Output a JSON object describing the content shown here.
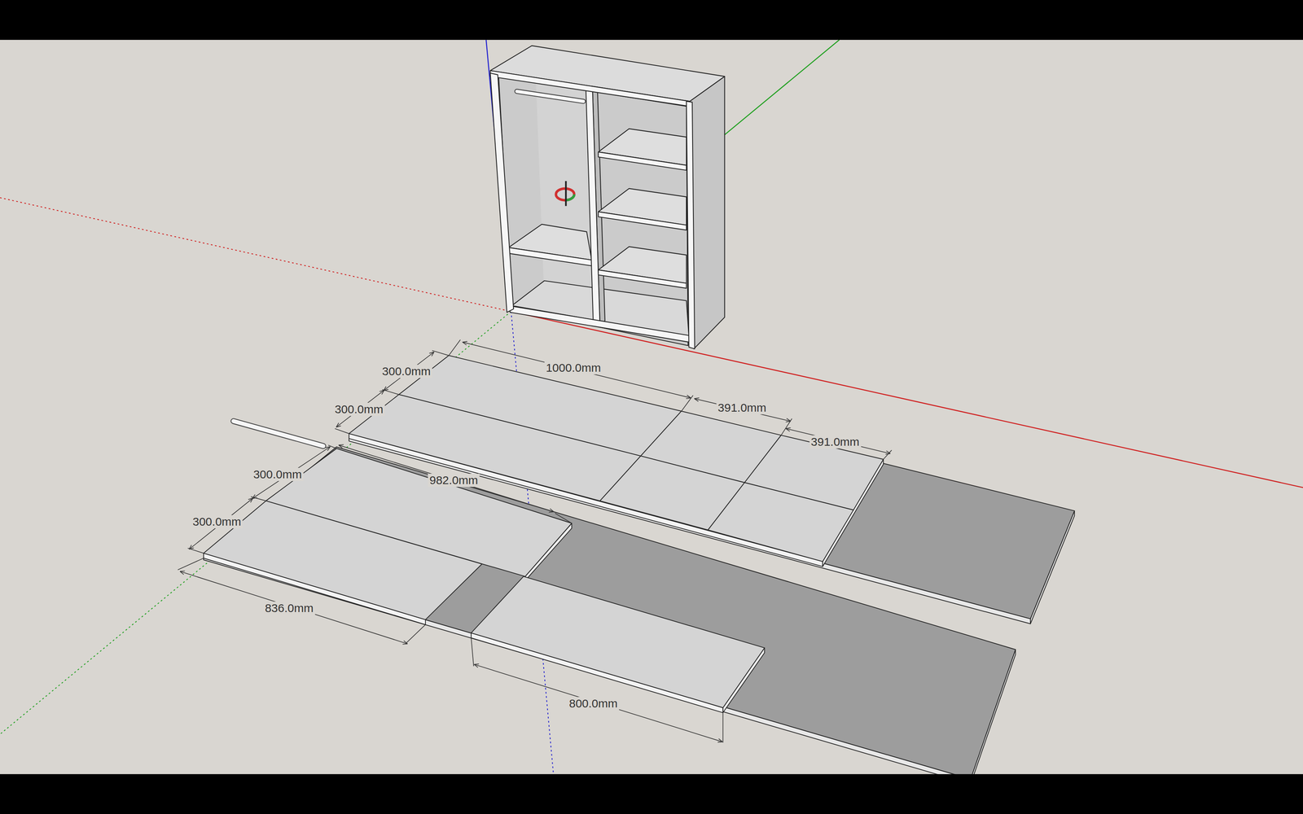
{
  "diagram": {
    "labels": [
      "300.0mm",
      "1000.0mm",
      "391.0mm",
      "300.0mm",
      "391.0mm",
      "300.0mm",
      "982.0mm",
      "300.0mm",
      "836.0mm",
      "800.0mm"
    ]
  }
}
